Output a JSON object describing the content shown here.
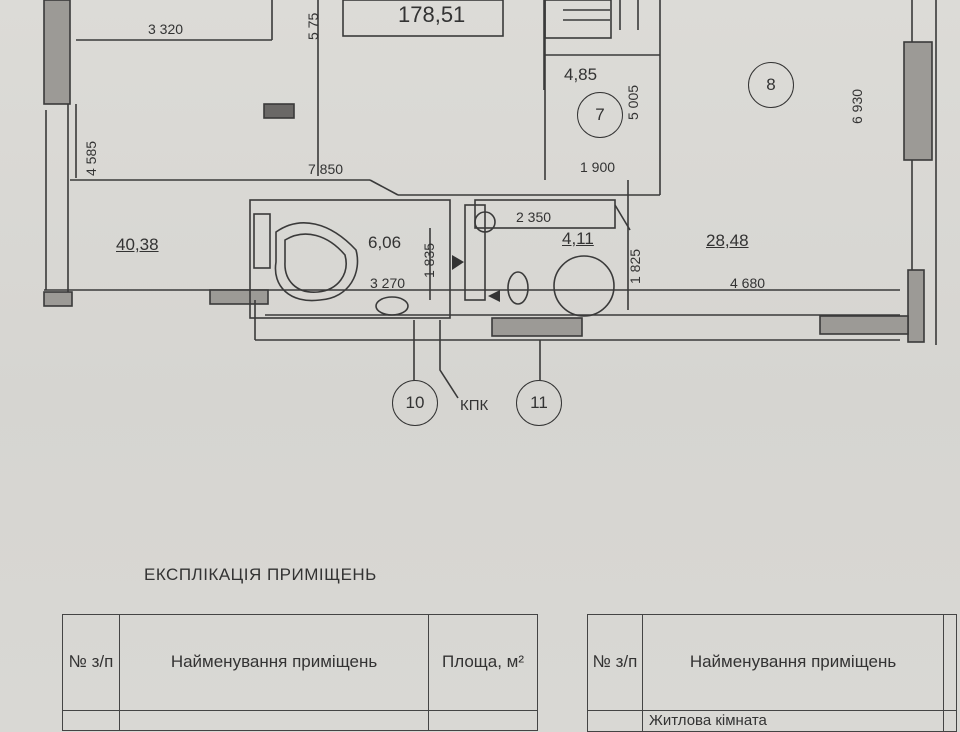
{
  "plan": {
    "total_area": "178,51",
    "rooms": [
      {
        "num": "7",
        "area": "4,85"
      },
      {
        "num": "8",
        "area": "28,48"
      },
      {
        "num": "10",
        "area": "6,06"
      },
      {
        "num": "11",
        "area": "4,11"
      }
    ],
    "living_area": "40,38",
    "dimensions": {
      "d3320": "3 320",
      "d5750": "5 75",
      "d4585": "4 585",
      "d7850": "7 850",
      "d5005": "5 005",
      "d1900": "1 900",
      "d6930": "6 930",
      "d2350": "2 350",
      "d1835": "1 835",
      "d3270": "3 270",
      "d1825": "1 825",
      "d4680": "4 680"
    },
    "kpk_label": "КПК"
  },
  "explication": {
    "title": "ЕКСПЛІКАЦІЯ ПРИМІЩЕНЬ",
    "table1": {
      "col_num": "№ з/п",
      "col_name": "Найменування приміщень",
      "col_area": "Площа, м²"
    },
    "table2": {
      "col_num": "№ з/п",
      "col_name": "Найменування приміщень",
      "row_partial": "Житлова кімната"
    }
  }
}
